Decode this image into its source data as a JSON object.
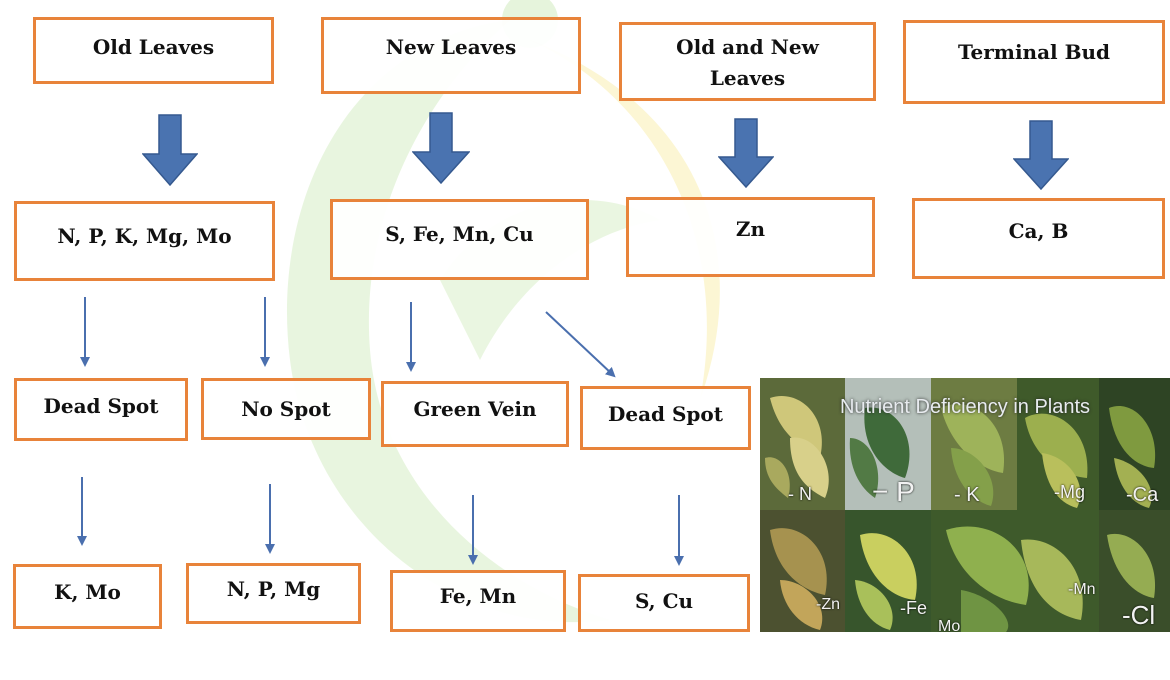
{
  "categories": [
    {
      "label_l1": "Old Leaves",
      "label_l2": ""
    },
    {
      "label_l1": "New Leaves",
      "label_l2": ""
    },
    {
      "label_l1": "Old and New",
      "label_l2": "Leaves"
    },
    {
      "label_l1": "Terminal Bud",
      "label_l2": ""
    }
  ],
  "nutrients": [
    "N, P, K, Mg, Mo",
    "S, Fe, Mn, Cu",
    "Zn",
    "Ca, B"
  ],
  "symptoms": [
    "Dead Spot",
    "No Spot",
    "Green Vein",
    "Dead Spot"
  ],
  "elements": [
    "K, Mo",
    "N, P, Mg",
    "Fe, Mn",
    "S, Cu"
  ],
  "photo": {
    "title": "Nutrient Deficiency in Plants",
    "labels": [
      "- N",
      "− P",
      "- K",
      "-Mg",
      "-Ca",
      "-Zn",
      "-Fe",
      "-Mn",
      "-Cl",
      "Mo"
    ]
  },
  "colors": {
    "box_border": "#E8833A",
    "big_arrow": "#4A73B0",
    "thin_arrow": "#4A6FAE",
    "watermark_green": "#D6EDC4",
    "watermark_yellow": "#FAF0B8"
  }
}
